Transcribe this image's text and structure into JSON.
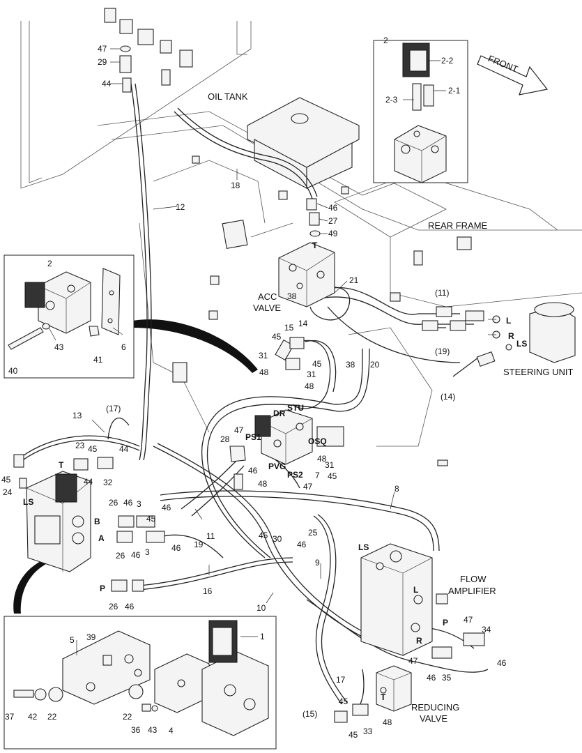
{
  "labels": {
    "oil_tank": "OIL TANK",
    "rear_frame": "REAR FRAME",
    "front": "FRONT",
    "acc_valve_1": "ACC",
    "acc_valve_2": "VALVE",
    "steering_unit": "STEERING UNIT",
    "flow_amplifier_1": "FLOW",
    "flow_amplifier_2": "AMPLIFIER",
    "reducing_valve_1": "REDUCING",
    "reducing_valve_2": "VALVE"
  },
  "port_labels": {
    "T_acc": "T",
    "L_su": "L",
    "R_su": "R",
    "LS_su": "LS",
    "DR": "DR",
    "STU": "STU",
    "PS1": "PS1",
    "OSQ": "OSQ",
    "PVG": "PVG",
    "PS2": "PS2",
    "T_left": "T",
    "LS_left": "LS",
    "B_left": "B",
    "A_left": "A",
    "P_left": "P",
    "LS_fa": "LS",
    "L_fa": "L",
    "P_fa": "P",
    "R_fa": "R",
    "T_rv": "T"
  },
  "callouts": {
    "n47a": "47",
    "n29": "29",
    "n44a": "44",
    "n2": "2",
    "n2_2": "2-2",
    "n2_3": "2-3",
    "n2_1": "2-1",
    "n18": "18",
    "n12": "12",
    "n46a": "46",
    "n27": "27",
    "n49": "49",
    "n21": "21",
    "n11p": "(11)",
    "n19p": "(19)",
    "n14p": "(14)",
    "n2b": "2",
    "n43a": "43",
    "n6": "6",
    "n40": "40",
    "n41": "41",
    "n45a": "45",
    "n15": "15",
    "n14": "14",
    "n31a": "31",
    "n45b": "45",
    "n31b": "31",
    "n48a": "48",
    "n48b": "48",
    "n38a": "38",
    "n38b": "38",
    "n20": "20",
    "n13": "13",
    "n17p": "(17)",
    "n23": "23",
    "n45c": "45",
    "n44b": "44",
    "n44c": "44",
    "n32": "32",
    "n45d": "45",
    "n24": "24",
    "n47b": "47",
    "n28": "28",
    "n46b": "46",
    "n48c": "48",
    "n31c": "31",
    "n45e": "45",
    "n48d": "48",
    "n7": "7",
    "n47c": "47",
    "n8": "8",
    "n26a": "26",
    "n46c": "46",
    "n3a": "3",
    "n46d": "46",
    "n45f": "45",
    "n3b": "3",
    "n46e": "46",
    "n26b": "26",
    "n46f": "46",
    "n19": "19",
    "n11": "11",
    "n45g": "45",
    "n30": "30",
    "n46g": "46",
    "n25": "25",
    "n16": "16",
    "n26c": "26",
    "n46h": "46",
    "n9": "9",
    "n10": "10",
    "n47d": "47",
    "n34": "34",
    "n46i": "46",
    "n47e": "47",
    "n46j": "46",
    "n35": "35",
    "n17": "17",
    "n45h": "45",
    "n15p": "(15)",
    "n45i": "45",
    "n33": "33",
    "n48e": "48",
    "n5": "5",
    "n39": "39",
    "n1": "1",
    "n37": "37",
    "n42": "42",
    "n22a": "22",
    "n22b": "22",
    "n36": "36",
    "n43b": "43",
    "n4": "4"
  }
}
